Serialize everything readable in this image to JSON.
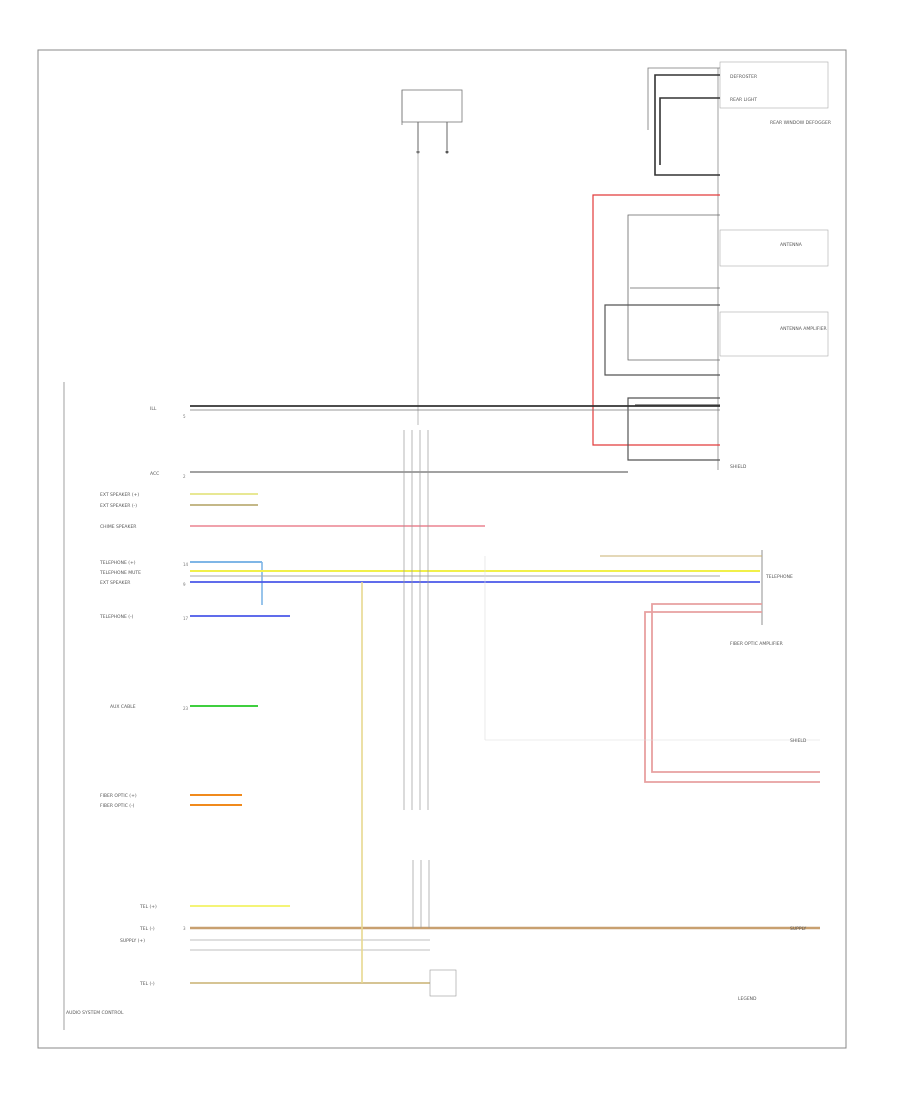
{
  "doc_label": "",
  "left_labels": [
    "ILL",
    "ACC",
    "EXT SPEAKER (+)",
    "EXT SPEAKER (-)",
    "CHIME SPEAKER",
    "TELEPHONE (+)",
    "TELEPHONE MUTE",
    "EXT SPEAKER",
    "TELEPHONE (-)",
    "AUX CABLE",
    "FIBER OPTIC (+)",
    "FIBER OPTIC (-)",
    "TEL (+)",
    "TEL (-)",
    "SUPPLY (+)",
    "TEL (-)",
    "AUDIO SYSTEM CONTROL"
  ],
  "right_labels": [
    "DEFROSTER",
    "REAR LIGHT",
    "REAR WINDOW DEFOGGER",
    "ANTENNA",
    "ANTENNA AMPLIFIER",
    "SHIELD",
    "TELEPHONE",
    "FIBER OPTIC AMPLIFIER",
    "SHIELD",
    "SUPPLY",
    "LEGEND"
  ],
  "legend": {
    "item1": "",
    "item2": ""
  },
  "wire_colors": {
    "black": "#222222",
    "red": "#e23a3a",
    "yellow": "#f1f04a",
    "blue": "#4a57e8",
    "lightblue": "#7fb6e6",
    "green": "#3fcf3f",
    "orange": "#f08a1c",
    "tan": "#c8b070",
    "gray": "#9a9a9a",
    "pink": "#e8a0a0"
  }
}
